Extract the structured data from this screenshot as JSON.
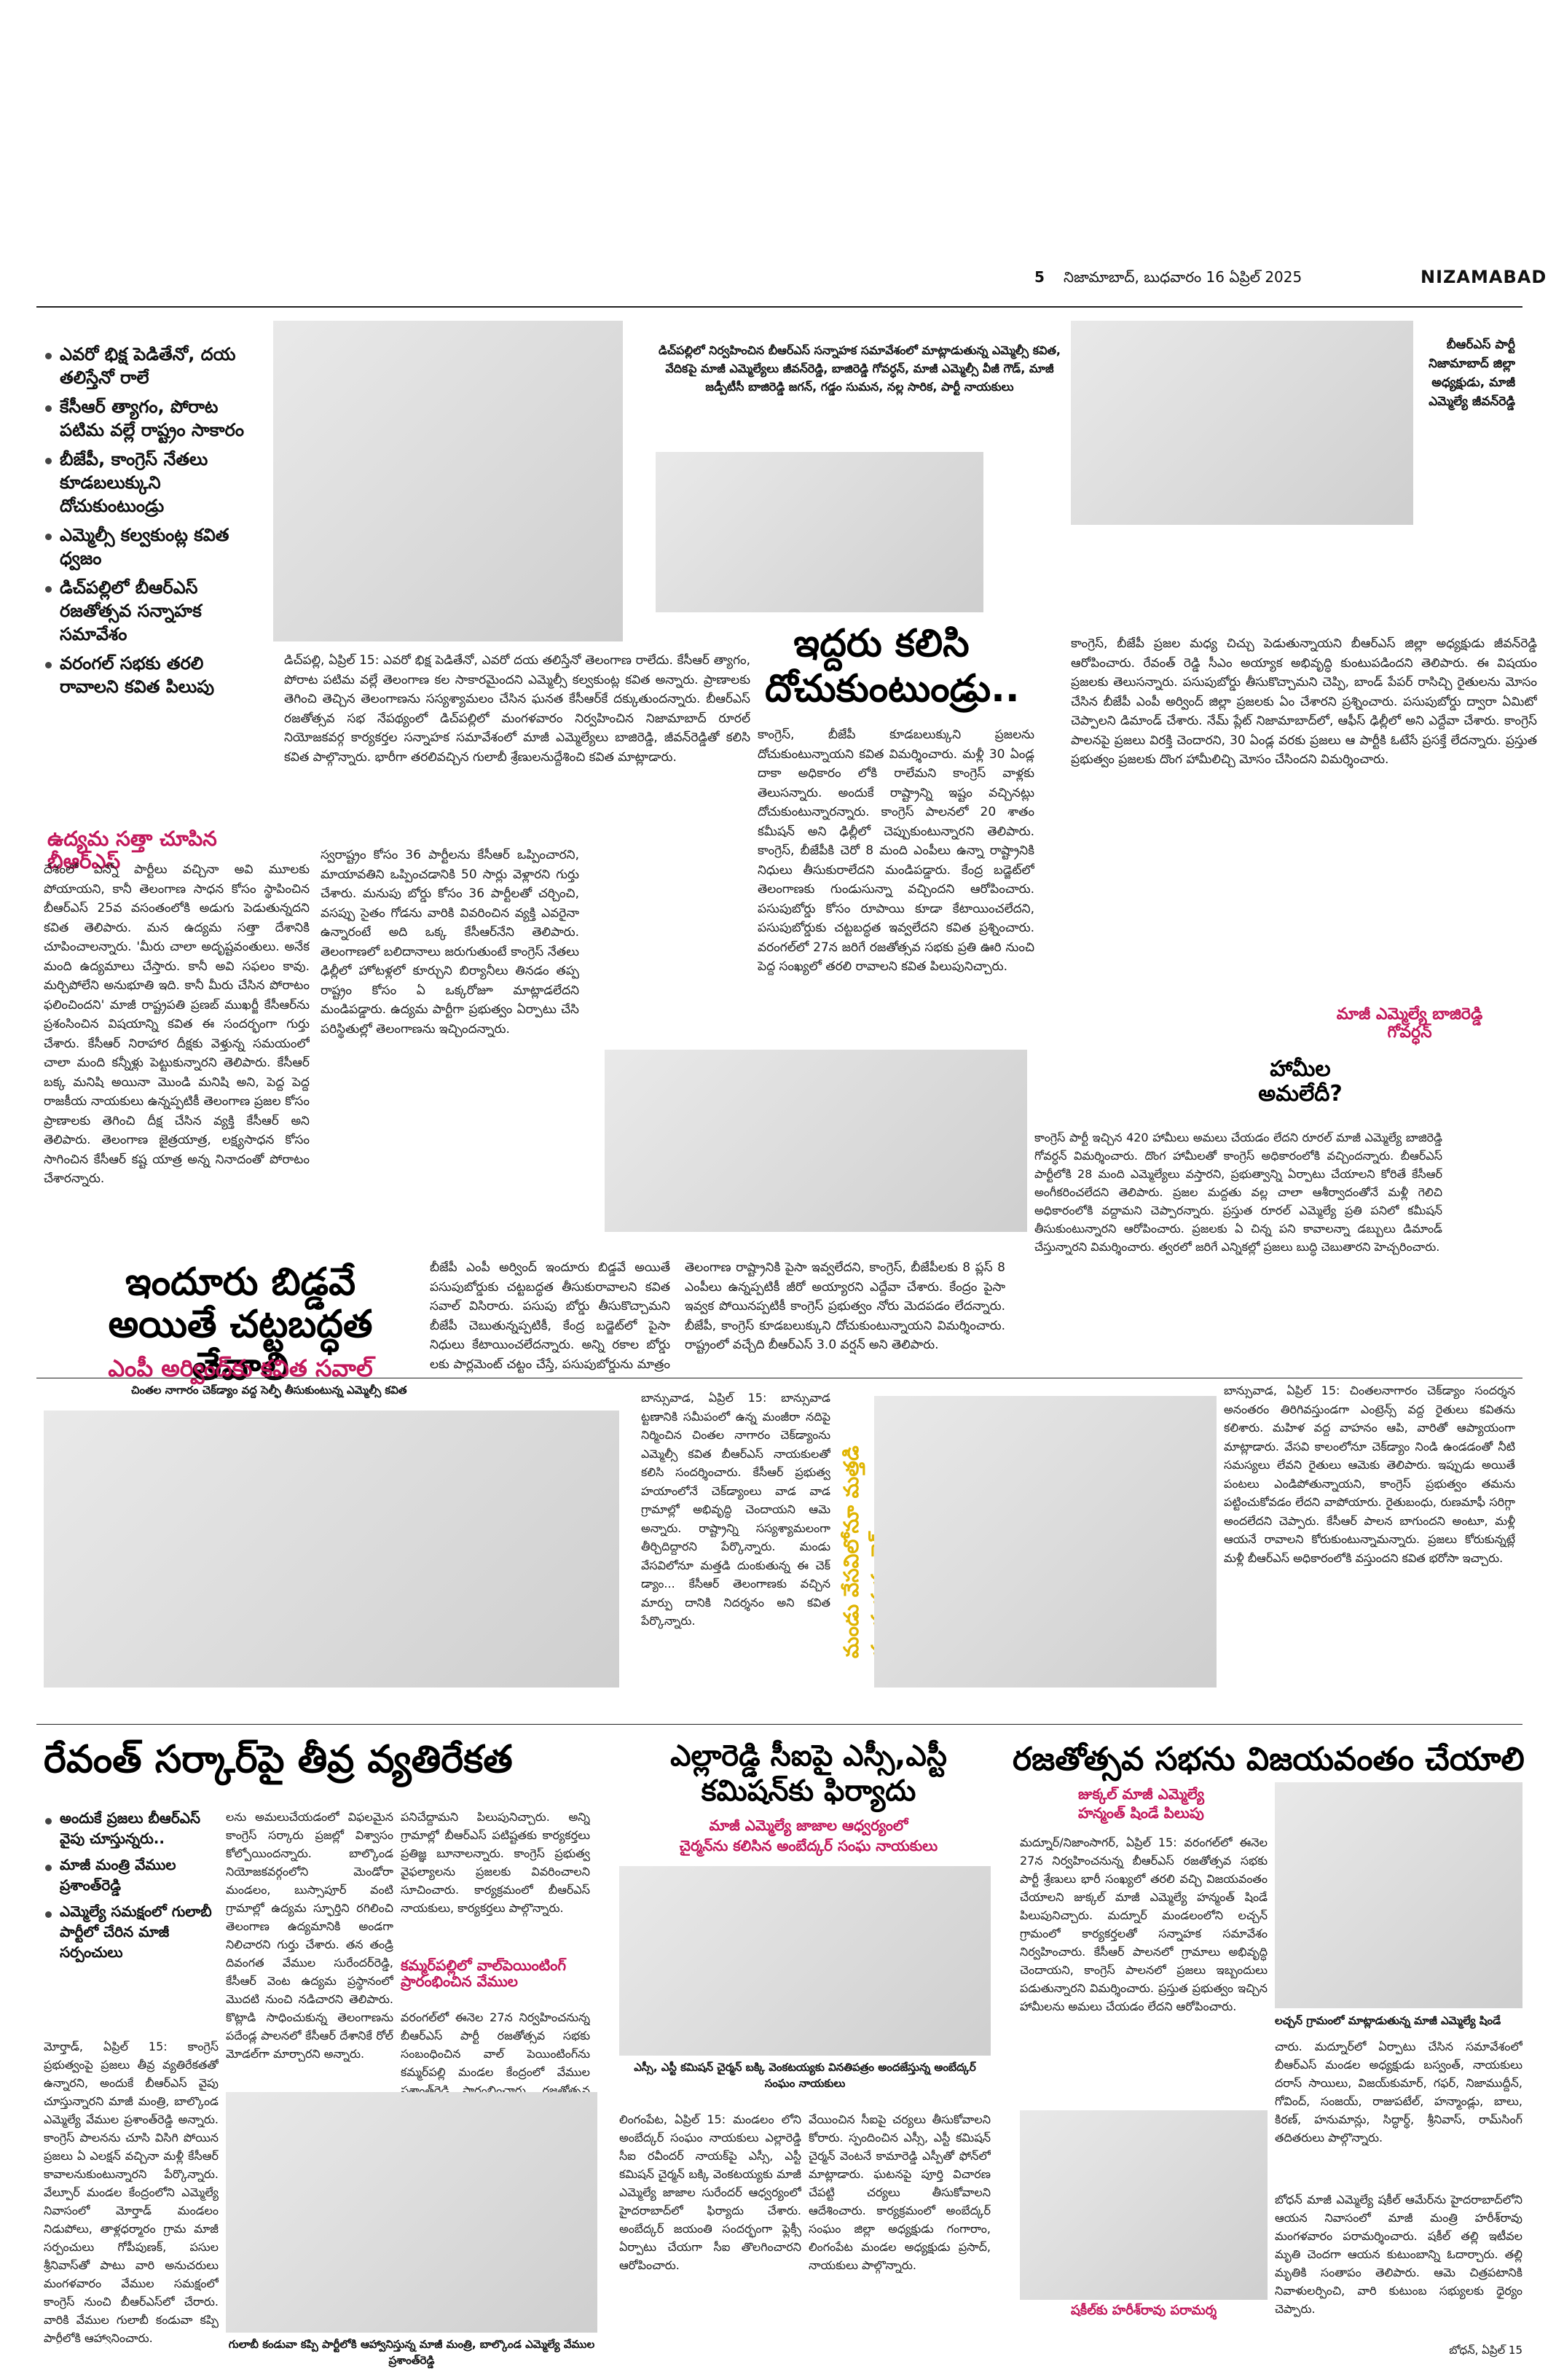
{
  "header": {
    "page_no": "5",
    "dateline": "నిజామాబాద్, బుధవారం 16 ఏప్రిల్ 2025",
    "edition": "NIZAMABAD"
  },
  "story1": {
    "bullets": [
      "ఎవరో భిక్ష పెడితేనో, దయ తలిస్తేనో రాలే",
      "కేసీఆర్ త్యాగం, పోరాట పటిమ వల్లే రాష్ట్రం సాకారం",
      "బీజేపీ, కాంగ్రెస్ నేతలు కూడబలుక్కుని దోచుకుంటుండ్రు",
      "ఎమ్మెల్సీ కల్వకుంట్ల కవిత ధ్వజం",
      "డిచ్‌పల్లిలో బీఆర్ఎస్ రజతోత్సవ సన్నాహక సమావేశం",
      "వరంగల్ సభకు తరలి రావాలని కవిత పిలుపు"
    ],
    "photo_caption": "డిచ్‌పల్లిలో నిర్వహించిన బీఆర్ఎస్ సన్నాహక సమావేశంలో మాట్లాడుతున్న ఎమ్మెల్సీ కవిత, వేదికపై మాజీ ఎమ్మెల్యేలు జీవన్‌రెడ్డి, బాజిరెడ్డి గోవర్ధన్, మాజీ ఎమ్మెల్సీ వీజీ గౌడ్, మాజీ జడ్పీటీసీ బాజిరెడ్డి జగన్, గడ్డం సుమన, నల్ల సారిక, పార్టీ నాయకులు",
    "side_caption": "బీఆర్ఎస్ పార్టీ నిజామాబాద్ జిల్లా అధ్యక్షుడు, మాజీ ఎమ్మెల్యే జీవన్‌రెడ్డి",
    "headline": "ఇద్దరు కలిసి దోచుకుంటుండ్రు..",
    "sub1": "ఉద్యమ సత్తా చూపిన బీఆర్ఎస్",
    "sub2": "హామీల అమలేదీ?",
    "quote_caption": "మాజీ ఎమ్మెల్యే బాజిరెడ్డి గోవర్ధన్",
    "intro": "డిచ్‌పల్లి, ఏప్రిల్ 15: ఎవరో భిక్ష పెడితేనో, ఎవరో దయ తలిస్తేనో తెలంగాణ రాలేదు. కేసీఆర్ త్యాగం, పోరాట పటిమ వల్లే తెలంగాణ కల సాకారమైందని ఎమ్మెల్సీ కల్వకుంట్ల కవిత అన్నారు. ప్రాణాలకు తెగించి తెచ్చిన తెలంగాణను సస్యశ్యామలం చేసిన ఘనత కేసీఆర్‌కే దక్కుతుందన్నారు. బీఆర్ఎస్ రజతోత్సవ సభ నేపథ్యంలో డిచ్‌పల్లిలో మంగళవారం నిర్వహించిన నిజామాబాద్ రూరల్ నియోజకవర్గ కార్యకర్తల సన్నాహక సమావేశంలో మాజీ ఎమ్మెల్యేలు బాజిరెడ్డి, జీవన్‌రెడ్డితో కలిసి కవిత పాల్గొన్నారు. భారీగా తరలివచ్చిన గులాబీ శ్రేణులనుద్దేశించి కవిత మాట్లాడారు.",
    "col1": "దేశంలో ఎన్నో పార్టీలు వచ్చినా అవి మూలకు పోయాయని, కానీ తెలంగాణ సాధన కోసం స్థాపించిన బీఆర్ఎస్ 25వ వసంతంలోకి అడుగు పెడుతున్నదని కవిత తెలిపారు. మన ఉద్యమ సత్తా దేశానికి చూపించాలన్నారు. 'మీరు చాలా అదృష్టవంతులు. అనేక మంది ఉద్యమాలు చేస్తారు. కానీ అవి సఫలం కావు. మర్చిపోలేని అనుభూతి ఇది. కానీ మీరు చేసిన పోరాటం ఫలించిందని' మాజీ రాష్ట్రపతి ప్రణబ్ ముఖర్జీ కేసీఆర్‌ను ప్రశంసించిన విషయాన్ని కవిత ఈ సందర్భంగా గుర్తు చేశారు. కేసీఆర్ నిరాహార దీక్షకు వెళ్తున్న సమయంలో చాలా మంది కన్నీళ్లు పెట్టుకున్నారని తెలిపారు. కేసీఆర్ బక్క మనిషి అయినా మొండి మనిషి అని, పెద్ద పెద్ద రాజకీయ నాయకులు ఉన్నప్పటికీ తెలంగాణ ప్రజల కోసం ప్రాణాలకు తెగించి దీక్ష చేసిన వ్యక్తి కేసీఆర్ అని తెలిపారు. తెలంగాణ జైత్రయాత్ర, లక్ష్యసాధన కోసం సాగించిన కేసీఆర్ కష్ట యాత్ర అన్న నినాదంతో పోరాటం చేశారన్నారు.",
    "col2": "స్వరాష్ట్రం కోసం 36 పార్టీలను కేసీఆర్ ఒప్పించారని, మాయావతిని ఒప్పించడానికి 50 సార్లు వెళ్లారని గుర్తు చేశారు. మనుపు బోర్డు కోసం 36 పార్టీలతో చర్చించి, వసప్పు సైతం గోడను వారికి వివరించిన వ్యక్తి ఎవరైనా ఉన్నారంటే అది ఒక్క కేసీఆర్‌నేని తెలిపారు. తెలంగాణలో బలిదానాలు జరుగుతుంటే కాంగ్రెస్ నేతలు ఢిల్లీలో హోటళ్లలో కూర్చుని బిర్యానీలు తినడం తప్ప రాష్ట్రం కోసం ఏ ఒక్కరోజూ మాట్లాడలేదని మండిపడ్డారు. ఉద్యమ పార్టీగా ప్రభుత్వం ఏర్పాటు చేసి పరిస్థితుల్లో తెలంగాణను ఇచ్చిందన్నారు.",
    "col3": "కాంగ్రెస్, బీజేపీ కూడబలుక్కుని ప్రజలను దోచుకుంటున్నాయని కవిత విమర్శించారు. మళ్లీ 30 ఏండ్ల దాకా అధికారం లోకి రాలేమని కాంగ్రెస్ వాళ్లకు తెలుసన్నారు. అందుకే రాష్ట్రాన్ని ఇష్టం వచ్చినట్లు దోచుకుంటున్నారన్నారు. కాంగ్రెస్ పాలనలో 20 శాతం కమీషన్ అని ఢిల్లీలో చెప్పుకుంటున్నారని తెలిపారు. కాంగ్రెస్, బీజేపీకి చెరో 8 మంది ఎంపీలు ఉన్నా రాష్ట్రానికి నిధులు తీసుకురాలేదని మండిపడ్డారు. కేంద్ర బడ్జెట్‌లో తెలంగాణకు గుండుసున్నా వచ్చిందని ఆరోపించారు. పసుపుబోర్డు కోసం రూపాయి కూడా కేటాయించలేదని, పసుపుబోర్డుకు చట్టబద్ధత ఇవ్వలేదని కవిత ప్రశ్నించారు. వరంగల్‌లో 27న జరిగే రజతోత్సవ సభకు ప్రతి ఊరి నుంచి పెద్ద సంఖ్యలో తరలి రావాలని కవిత పిలుపునిచ్చారు.",
    "col4": "కాంగ్రెస్, బీజేపీ ప్రజల మధ్య చిచ్చు పెడుతున్నాయని బీఆర్ఎస్ జిల్లా అధ్యక్షుడు జీవన్‌రెడ్డి ఆరోపించారు. రేవంత్ రెడ్డి సీఎం అయ్యాక అభివృద్ధి కుంటుపడిందని తెలిపారు. ఈ విషయం ప్రజలకు తెలుసన్నారు. పసుపుబోర్డు తీసుకొచ్చామని చెప్పి, బాండ్ పేపర్ రాసిచ్చి రైతులను మోసం చేసిన బీజేపీ ఎంపీ అర్వింద్ జిల్లా ప్రజలకు ఏం చేశారని ప్రశ్నించారు. పసుపుబోర్డు ద్వారా ఏమిటో చెప్పాలని డిమాండ్ చేశారు. నేమ్ ప్లేట్ నిజామాబాద్‌లో, ఆఫీస్ ఢిల్లీలో అని ఎద్దేవా చేశారు. కాంగ్రెస్ పాలనపై ప్రజలు విరక్తి చెందారని, 30 ఏండ్ల వరకు ప్రజలు ఆ పార్టీకి ఓటేసే ప్రసక్తే లేదన్నారు. ప్రస్తుత ప్రభుత్వం ప్రజలకు దొంగ హామీలిచ్చి మోసం చేసిందని విమర్శించారు.",
    "col5": "కాంగ్రెస్ పార్టీ ఇచ్చిన 420 హామీలు అమలు చేయడం లేదని రూరల్ మాజీ ఎమ్మెల్యే బాజిరెడ్డి గోవర్ధన్ విమర్శించారు. దొంగ హామీలతో కాంగ్రెస్ అధికారంలోకి వచ్చిందన్నారు. బీఆర్ఎస్ పార్టీలోకి 28 మంది ఎమ్మెల్యేలు వస్తారని, ప్రభుత్వాన్ని ఏర్పాటు చేయాలని కోరితే కేసీఆర్ అంగీకరించలేదని తెలిపారు. ప్రజల మద్దతు వల్ల చాలా ఆశీర్వాదంతోనే మళ్లీ గెలిచి అధికారంలోకి వద్దామని చెప్పారన్నారు. ప్రస్తుత రూరల్ ఎమ్మెల్యే ప్రతి పనిలో కమీషన్ తీసుకుంటున్నారని ఆరోపించారు. ప్రజలకు ఏ చిన్న పని కావాలన్నా డబ్బులు డిమాండ్ చేస్తున్నారని విమర్శించారు. త్వరలో జరిగే ఎన్నికల్లో ప్రజలు బుద్ధి చెబుతారని హెచ్చరించారు."
  },
  "story2": {
    "headline": "ఇందూరు బిడ్డవే అయితే చట్టబద్ధత తేవాలి",
    "sub": "ఎంపీ అర్వింద్‌కు కవిత సవాల్",
    "col1": "బీజేపీ ఎంపీ అర్వింద్ ఇందూరు బిడ్డవే అయితే పసుపుబోర్డుకు చట్టబద్ధత తీసుకురావాలని కవిత సవాల్ విసిరారు. పసుపు బోర్డు తీసుకొచ్చామని బీజేపీ చెబుతున్నప్పటికీ, కేంద్ర బడ్జెట్‌లో పైసా నిధులు కేటాయించలేదన్నారు. అన్ని రకాల బోర్డు లకు పార్లమెంట్ చట్టం చేస్తే, పసుపుబోర్డును మాత్రం కేవలం గెజిట్ నోటిఫికేషన్ ద్వారా ప్రకటించారన్నారు. కేంద్ర బడ్జెట్‌లో",
    "col2": "తెలంగాణ రాష్ట్రానికి పైసా ఇవ్వలేదని, కాంగ్రెస్, బీజేపీలకు 8 ప్లస్ 8 ఎంపీలు ఉన్నప్పటికీ జీరో అయ్యారని ఎద్దేవా చేశారు. కేంద్రం పైసా ఇవ్వక పోయినప్పటికీ కాంగ్రెస్ ప్రభుత్వం నోరు మెదపడం లేదన్నారు. బీజేపీ, కాంగ్రెస్ కూడబలుక్కుని దోచుకుంటున్నాయని విమర్శించారు. రాష్ట్రంలో వచ్చేది బీఆర్ఎస్ 3.0 వర్షన్ అని తెలిపారు."
  },
  "story3": {
    "photo_caption": "చింతల నాగారం చెక్‌డ్యాం వద్ద సెల్ఫీ తీసుకుంటున్న ఎమ్మెల్సీ కవిత",
    "col1": "బాన్సువాడ, ఏప్రిల్ 15: బాన్సువాడ ట్టణానికి సమీపంలో ఉన్న మంజీరా నదిపై నిర్మించిన చింతల నాగారం చెక్‌డ్యాంను ఎమ్మెల్సీ కవిత బీఆర్ఎస్ నాయకులతో కలిసి సందర్శించారు. కేసీఆర్ ప్రభుత్వ హయాంలోనే చెక్‌డ్యాంలు వాడ వాడ గ్రామాల్లో అభివృద్ధి చెందాయని ఆమె అన్నారు. రాష్ట్రాన్ని సస్యశ్యామలంగా తీర్చిదిద్దారని పేర్కొన్నారు. మండు వేసవిలోనూ మత్తడి దుంకుతున్న ఈ చెక్ డ్యాం... కేసీఆర్ తెలంగాణకు వచ్చిన మార్పు దానికి నిదర్శనం అని కవిత పేర్కొన్నారు.",
    "vertical": "మండు వేసవిలోనూ మత్తడి దుంకుతున్న చెక్‌డ్యాం",
    "col2": "బాన్సువాడ, ఏప్రిల్ 15: చింతలనాగారం చెక్‌డ్యాం సందర్శన అనంతరం తిరిగివస్తుండగా ఎంట్రెన్స్ వద్ద రైతులు కవితను కలిశారు. మహిళ వద్ద వాహనం ఆపి, వారితో ఆప్యాయంగా మాట్లాడారు. వేసవి కాలంలోనూ చెక్‌డ్యాం నిండి ఉండడంతో నీటి సమస్యలు లేవని రైతులు ఆమెకు తెలిపారు. ఇప్పుడు అయితే పంటలు ఎండిపోతున్నాయని, కాంగ్రెస్ ప్రభుత్వం తమను పట్టించుకోవడం లేదని వాపోయారు. రైతుబంధు, రుణమాఫీ సరిగ్గా అందలేదని చెప్పారు. కేసీఆర్ పాలన బాగుందని అంటూ, మళ్లీ ఆయనే రావాలని కోరుకుంటున్నామన్నారు. ప్రజలు కోరుకున్నట్లే మళ్లీ బీఆర్ఎస్ అధికారంలోకి వస్తుందని కవిత భరోసా ఇచ్చారు."
  },
  "story4": {
    "headline": "రేవంత్ సర్కార్‌పై తీవ్ర వ్యతిరేకత",
    "bullets": [
      "అందుకే ప్రజలు బీఆర్ఎస్ వైపు చూస్తున్నరు..",
      "మాజీ మంత్రి వేముల ప్రశాంత్‌రెడ్డి",
      "ఎమ్మెల్యే సమక్షంలో గులాబీ పార్టీలో చేరిన మాజీ సర్పంచులు"
    ],
    "subhead": "కమ్మర్‌పల్లిలో వాల్‌పెయింటింగ్ ప్రారంభించిన వేముల",
    "caption": "గులాబీ కండువా కప్పి పార్టీలోకి ఆహ్వానిస్తున్న మాజీ మంత్రి, బాల్కొండ ఎమ్మెల్యే వేముల ప్రశాంత్‌రెడ్డి",
    "col1": "మోర్తాడ్, ఏప్రిల్ 15: కాంగ్రెస్ ప్రభుత్వంపై ప్రజలు తీవ్ర వ్యతిరేకతతో ఉన్నారని, అందుకే బీఆర్ఎస్ వైపు చూస్తున్నారని మాజీ మంత్రి, బాల్కొండ ఎమ్మెల్యే వేముల ప్రశాంత్‌రెడ్డి అన్నారు. కాంగ్రెస్ పాలనను చూసి విసిగి పోయిన ప్రజలు ఏ ఎలక్షన్ వచ్చినా మళ్లీ కేసీఆర్ కావాలనుకుంటున్నారని పేర్కొన్నారు. వేల్పూర్ మండల కేంద్రంలోని ఎమ్మెల్యే నివాసంలో మోర్తాడ్ మండలం నిడుపోలు, తాళ్లధర్మారం గ్రామ మాజీ సర్పంచులు గోపీపుణక్, పసుల శ్రీనివాస్‌తో పాటు వారి అనుచరులు మంగళవారం వేముల సమక్షంలో కాంగ్రెస్ నుంచి బీఆర్ఎస్‌లో చేరారు. వారికి వేముల గులాబీ కండువా కప్పి పార్టీలోకి ఆహ్వానించారు.",
    "col2": "లను అమలుచేయడంలో విఫలమైన కాంగ్రెస్ సర్కారు ప్రజల్లో విశ్వాసం కోల్పోయిందన్నారు. బాల్కొండ నియోజకవర్గంలోని మెండోరా మండలం, బుస్సాపూర్ వంటి గ్రామాల్లో ఉద్యమ స్ఫూర్తిని రగిలించి తెలంగాణ ఉద్యమానికి అండగా నిలిచారని గుర్తు చేశారు. తన తండ్రి దివంగత వేముల సురేందర్‌రెడ్డి, కేసీఆర్ వెంట ఉద్యమ ప్రస్థానంలో మొదటి నుంచి నడిచారని తెలిపారు. కొట్లాడి సాధించుకున్న తెలంగాణను పదేండ్ల పాలనలో కేసీఆర్ దేశానికే రోల్ మోడల్‌గా మార్చారని అన్నారు.",
    "col3": "పనిచేద్దామని పిలుపునిచ్చారు. అన్ని గ్రామాల్లో బీఆర్ఎస్ పటిష్టతకు కార్యకర్తలు ప్రతిజ్ఞ బూనాలన్నారు. కాంగ్రెస్ ప్రభుత్వ వైఫల్యాలను ప్రజలకు వివరించాలని సూచించారు. కార్యక్రమంలో బీఆర్ఎస్ నాయకులు, కార్యకర్తలు పాల్గొన్నారు.",
    "col4": "వరంగల్‌లో ఈనెల 27న నిర్వహించనున్న బీఆర్ఎస్ పార్టీ రజతోత్సవ సభకు సంబంధించిన వాల్ పెయింటింగ్‌ను కమ్మర్‌పల్లి మండల కేంద్రంలో వేముల ప్రశాంత్‌రెడ్డి ప్రారంభించారు. రజతోత్సవ సభను విజయవంతం చేయాలని పిలుపునిచ్చారు."
  },
  "story5": {
    "headline": "ఎల్లారెడ్డి సీఐపై ఎస్సీ,ఎస్టీ కమిషన్‌కు ఫిర్యాదు",
    "sub1": "మాజీ ఎమ్మెల్యే జాజాల ఆధ్వర్యంలో",
    "sub2": "చైర్మన్‌ను కలిసిన అంబేద్కర్ సంఘ నాయకులు",
    "caption": "ఎస్సీ, ఎస్టీ కమిషన్ చైర్మన్ బక్కి వెంకటయ్యకు వినతిపత్రం అందజేస్తున్న అంబేద్కర్ సంఘం నాయకులు",
    "col1": "లింగంపేట, ఏప్రిల్ 15: మండలం లోని అంబేద్కర్ సంఘం నాయకులు ఎల్లారెడ్డి సీఐ రవీందర్ నాయక్‌పై ఎస్సీ, ఎస్టీ కమిషన్ చైర్మన్ బక్కి వెంకటయ్యకు మాజీ ఎమ్మెల్యే జాజాల సురేందర్ ఆధ్వర్యంలో హైదరాబాద్‌లో ఫిర్యాదు చేశారు. అంబేద్కర్ జయంతి సందర్భంగా ఫ్లెక్సీ ఏర్పాటు చేయగా సీఐ తొలగించారని ఆరోపించారు.",
    "col2": "వేయించిన సీఐపై చర్యలు తీసుకోవాలని కోరారు. స్పందించిన ఎస్సీ, ఎస్టీ కమిషన్ చైర్మన్ వెంటనే కామారెడ్డి ఎస్పీతో ఫోన్‌లో మాట్లాడారు. ఘటనపై పూర్తి విచారణ చేపట్టి చర్యలు తీసుకోవాలని ఆదేశించారు. కార్యక్రమంలో అంబేద్కర్ సంఘం జిల్లా అధ్యక్షుడు గంగారాం, లింగంపేట మండల అధ్యక్షుడు ప్రసాద్, నాయకులు పాల్గొన్నారు."
  },
  "story6": {
    "headline": "రజతోత్సవ సభను విజయవంతం చేయాలి",
    "sub1": "జుక్కల్ మాజీ ఎమ్మెల్యే",
    "sub2": "హన్మంత్ షిండే పిలుపు",
    "caption1": "లచ్చన్ గ్రామంలో మాట్లాడుతున్న మాజీ ఎమ్మెల్యే షిండే",
    "caption2": "షకీల్‌కు హరీశ్‌రావు పరామర్శ",
    "col1": "మద్నూర్/నిజాంసాగర్, ఏప్రిల్ 15: వరంగల్‌లో ఈనెల 27న నిర్వహించనున్న బీఆర్ఎస్ రజతోత్సవ సభకు పార్టీ శ్రేణులు భారీ సంఖ్యలో తరలి వచ్చి విజయవంతం చేయాలని జుక్కల్ మాజీ ఎమ్మెల్యే హన్మంత్ షిండే పిలుపునిచ్చారు. మద్నూర్ మండలంలోని లచ్చన్ గ్రామంలో కార్యకర్తలతో సన్నాహక సమావేశం నిర్వహించారు. కేసీఆర్ పాలనలో గ్రామాలు అభివృద్ధి చెందాయని, కాంగ్రెస్ పాలనలో ప్రజలు ఇబ్బందులు పడుతున్నారని విమర్శించారు. ప్రస్తుత ప్రభుత్వం ఇచ్చిన హామీలను అమలు చేయడం లేదని ఆరోపించారు.",
    "col2": "చారు. మద్నూర్‌లో ఏర్పాటు చేసిన సమావేశంలో బీఆర్ఎస్ మండల అధ్యక్షుడు బస్వంత్, నాయకులు దరాస్ సాయిలు, విజయ్‌కుమార్, గఫర్, నిజాముద్దీన్, గోవింద్, సంజయ్, రాజుపటేల్, హన్మాండ్లు, బాలు, కిరణ్, హనుమాన్లు, సిద్ధార్థ్, శ్రీనివాస్, రామ్‌సింగ్ తదితరులు పాల్గొన్నారు.",
    "col3": "బోధన్ మాజీ ఎమ్మెల్యే షకీల్ ఆమేర్‌ను హైదరాబాద్‌లోని ఆయన నివాసంలో మాజీ మంత్రి హరీశ్‌రావు మంగళవారం పరామర్శించారు. షకీల్ తల్లి ఇటీవల మృతి చెందగా ఆయన కుటుంబాన్ని ఓదార్చారు. తల్లి మృతికి సంతాపం తెలిపారు. ఆమె చిత్రపటానికి నివాళులర్పించి, వారి కుటుంబ సభ్యులకు ధైర్యం చెప్పారు.",
    "dateline": "బోధన్, ఏప్రిల్ 15"
  }
}
